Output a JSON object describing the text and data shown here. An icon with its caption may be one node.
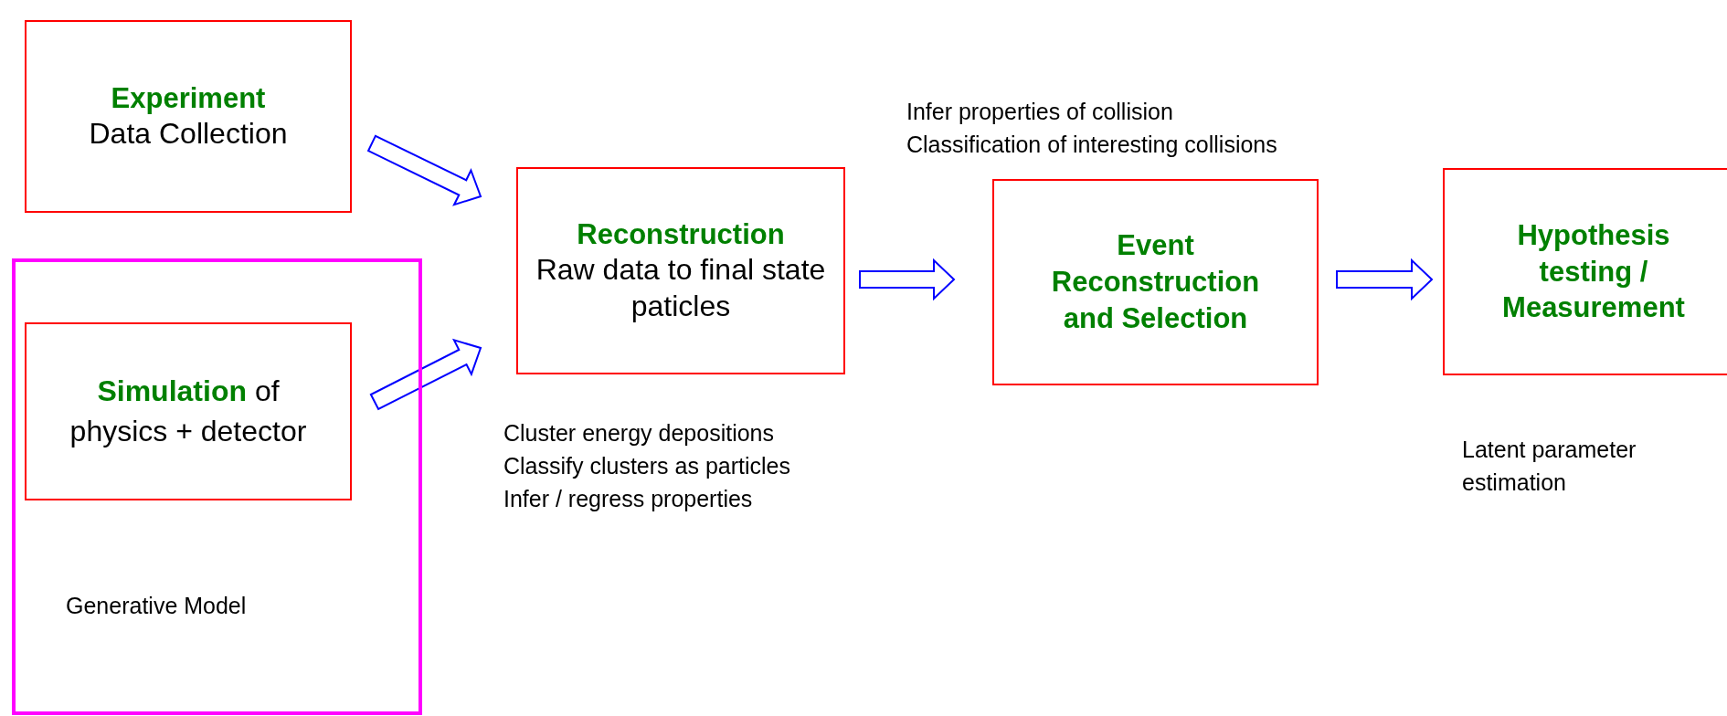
{
  "diagram": {
    "nodes": [
      {
        "text": [
          "Experiment",
          "Data Collection"
        ]
      },
      {
        "text": [
          "Generative Model"
        ]
      },
      {
        "text": [
          "**Simulation** of physics + detector"
        ],
        "in": 1
      },
      {
        "text": [
          "Reconstruction",
          "Raw data to final state paticles"
        ],
        "beside": [
          "Cluster energy depositions",
          "Classify clusters as particles",
          "Infer / regress properties"
        ]
      },
      {
        "text": [
          "Event Reconstruction and Selection"
        ],
        "beside": [
          "Infer properties of collision",
          "Classification of interesting collisions"
        ]
      },
      {
        "text": [
          "Hypothesis testing / Measurement"
        ],
        "beside": [
          "Latent parameter estimation"
        ]
      }
    ],
    "edges": [
      {
        "from": 0,
        "to": 3,
        "arrow": "to"
      },
      {
        "from": 2,
        "to": 3,
        "arrow": "to"
      },
      {
        "from": 3,
        "to": 4,
        "arrow": "to"
      },
      {
        "from": 4,
        "to": 5,
        "arrow": "to"
      }
    ]
  }
}
